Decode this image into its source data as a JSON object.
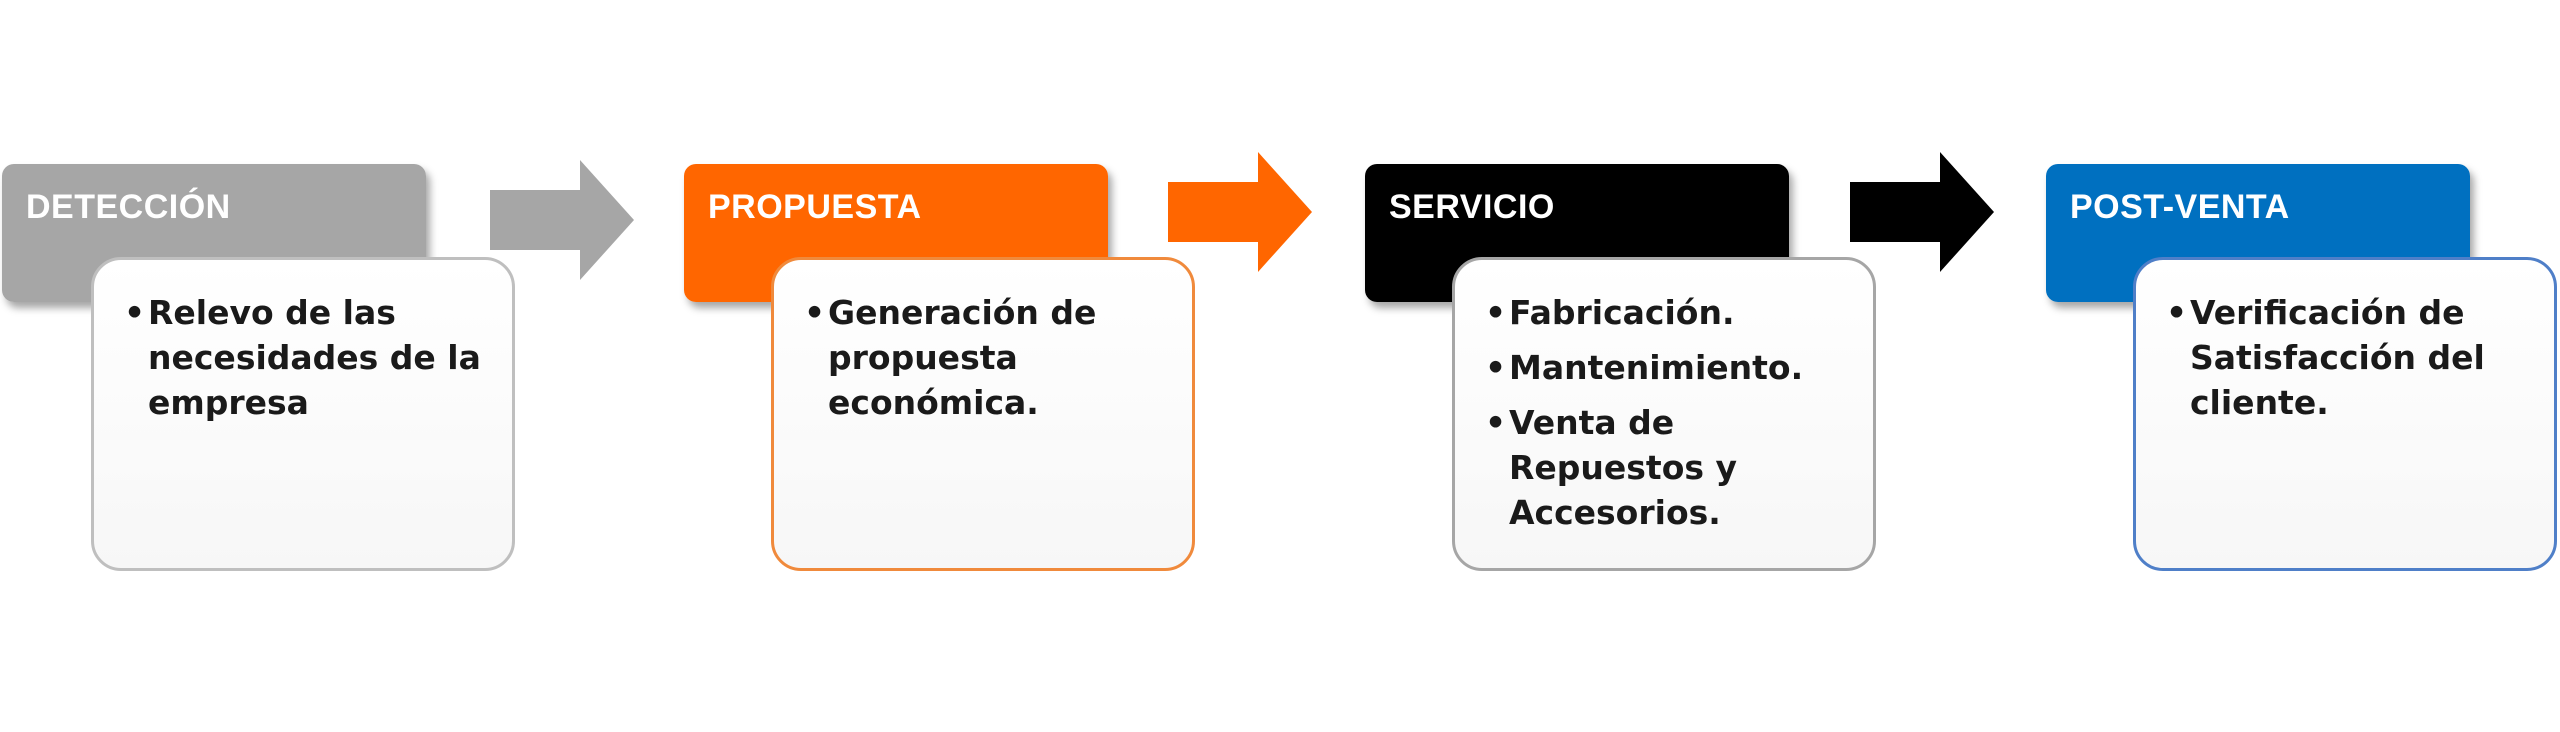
{
  "stages": [
    {
      "title": "DETECCIÓN",
      "color": "#a6a6a6",
      "border": "#bfbfbf",
      "bullets": [
        "Relevo de las necesidades de la empresa"
      ]
    },
    {
      "title": "PROPUESTA",
      "color": "#ff6600",
      "border": "#f08a3c",
      "bullets": [
        "Generación de propuesta económica."
      ]
    },
    {
      "title": "SERVICIO",
      "color": "#000000",
      "border": "#a6a6a6",
      "bullets": [
        "Fabricación.",
        "Mantenimiento.",
        "Venta de Repuestos y Accesorios."
      ]
    },
    {
      "title": "POST-VENTA",
      "color": "#0070c0",
      "border": "#4f7fc8",
      "bullets": [
        "Verificación de Satisfacción del cliente."
      ]
    }
  ],
  "arrows": [
    {
      "color": "#a6a6a6",
      "icon": "arrow-right-icon"
    },
    {
      "color": "#ff6600",
      "icon": "arrow-right-icon"
    },
    {
      "color": "#000000",
      "icon": "arrow-right-icon"
    }
  ]
}
